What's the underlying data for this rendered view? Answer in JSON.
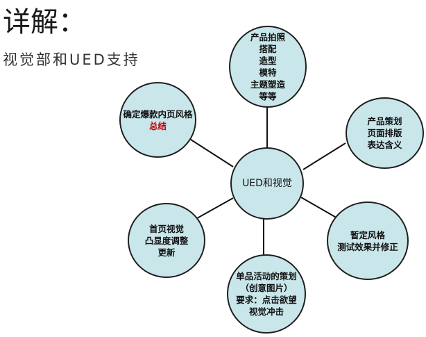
{
  "title": "详解：",
  "subtitle": "视觉部和UED支持",
  "colors": {
    "node_fill": "#c9e6ea",
    "node_border": "#1f1f1f",
    "connector": "#111111",
    "highlight": "#c00000"
  },
  "center": {
    "lines": [
      "UED和视觉"
    ]
  },
  "nodes": [
    {
      "lines": [
        "产品拍照",
        "搭配",
        "造型",
        "模特",
        "主题塑造",
        "等等"
      ]
    },
    {
      "lines": [
        "产品策划",
        "页面排版",
        "表达含义"
      ]
    },
    {
      "lines": [
        "暂定风格",
        "测试效果并修正"
      ]
    },
    {
      "lines": [
        "单品活动的策划",
        "（创意图片）",
        "要求：点击欲望",
        "视觉冲击"
      ]
    },
    {
      "lines": [
        "首页视觉",
        "凸显度调整",
        "更新"
      ]
    },
    {
      "lines": [
        "确定爆款内页风格",
        "总结"
      ],
      "highlight_line": 1
    }
  ]
}
